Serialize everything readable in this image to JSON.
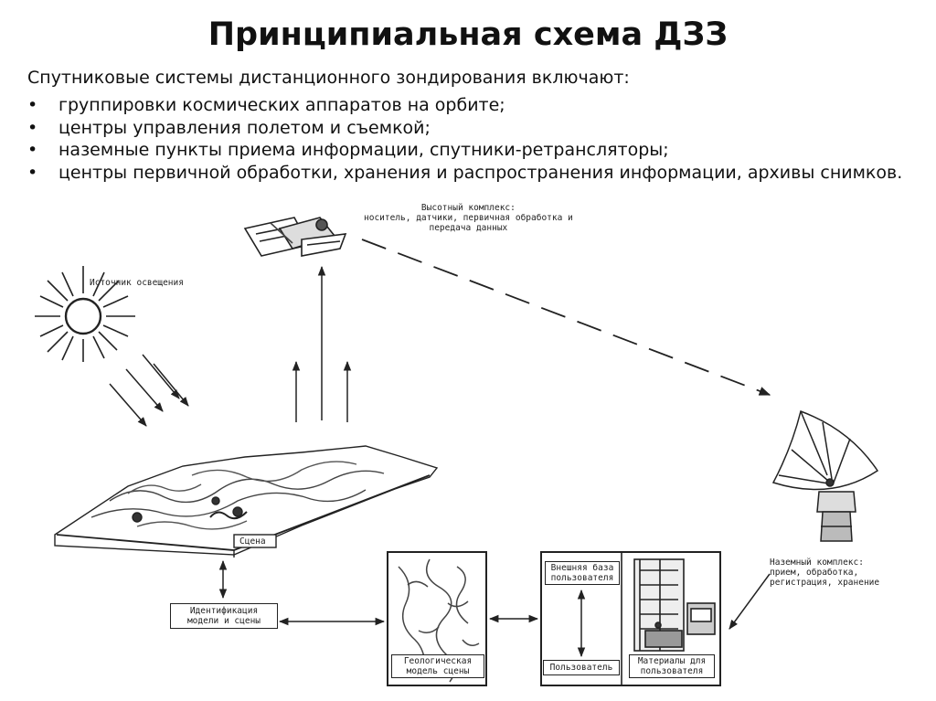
{
  "title": "Принципиальная схема ДЗЗ",
  "intro": "Спутниковые системы дистанционного зондирования включают:",
  "bullets": [
    "группировки космических аппаратов на орбите;",
    "центры управления полетом и съемкой;",
    "наземные пункты приема информации, спутники-ретрансляторы;",
    "центры первичной обработки, хранения и распространения информации, архивы снимков."
  ],
  "bullet_symbol": "•",
  "diagram": {
    "sun_label": "Источник освещения",
    "satellite_label": [
      "Высотный комплекс:",
      "носитель, датчики, первичная обработка и",
      "передача данных"
    ],
    "scene_label": "Сцена",
    "identification_box": [
      "Идентификация",
      "модели и сцены"
    ],
    "geo_model_label": [
      "Геологическая",
      "модель сцены"
    ],
    "user_db_label": [
      "Внешняя база",
      "пользователя"
    ],
    "user_label": "Пользователь",
    "materials_label": [
      "Материалы для",
      "пользователя"
    ],
    "ground_station_label": [
      "Наземный комплекс:",
      "прием, обработка,",
      "регистрация, хранение"
    ]
  }
}
